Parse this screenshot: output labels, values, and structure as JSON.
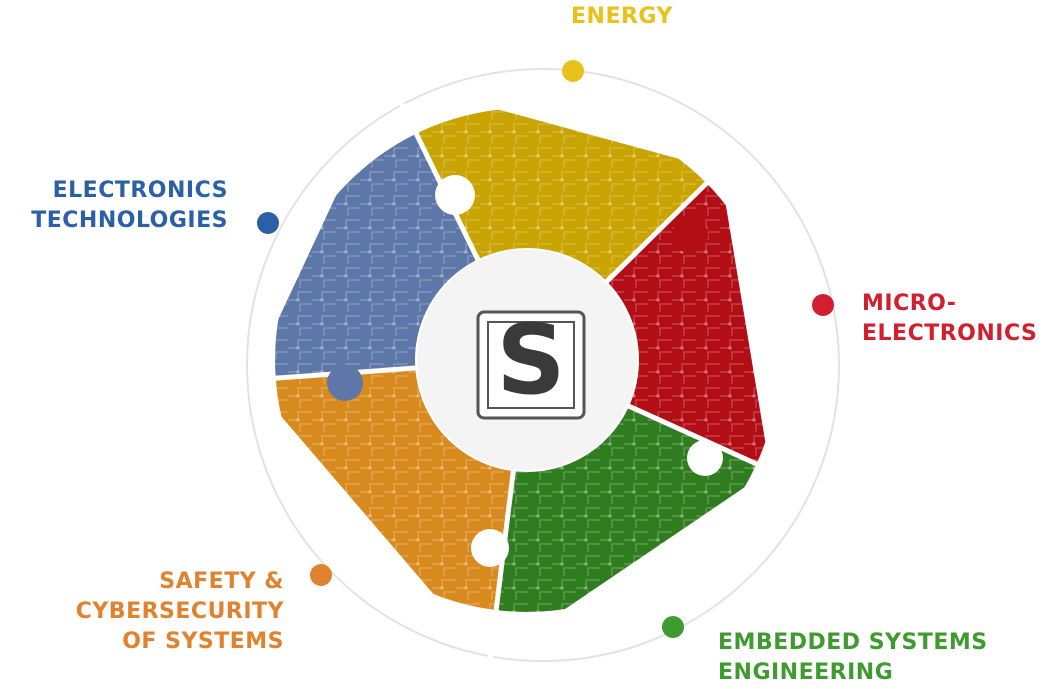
{
  "logo": {
    "letter": "S"
  },
  "domains": [
    {
      "key": "energy",
      "lines": [
        "ENERGY"
      ],
      "color": "#e9c11b",
      "fill": "#c9a300"
    },
    {
      "key": "microelectronics",
      "lines": [
        "MICRO-",
        "ELECTRONICS"
      ],
      "color": "#d11f2f",
      "fill": "#b30d16"
    },
    {
      "key": "embedded",
      "lines": [
        "EMBEDDED SYSTEMS",
        "ENGINEERING"
      ],
      "color": "#3f9a2f",
      "fill": "#2f7d1f"
    },
    {
      "key": "safety",
      "lines": [
        "SAFETY &",
        "CYBERSECURITY",
        "OF SYSTEMS"
      ],
      "color": "#e0822e",
      "fill": "#d98a1e"
    },
    {
      "key": "electronics",
      "lines": [
        "ELECTRONICS",
        "TECHNOLOGIES"
      ],
      "color": "#2b5fa6",
      "fill": "#5d78a8"
    }
  ]
}
